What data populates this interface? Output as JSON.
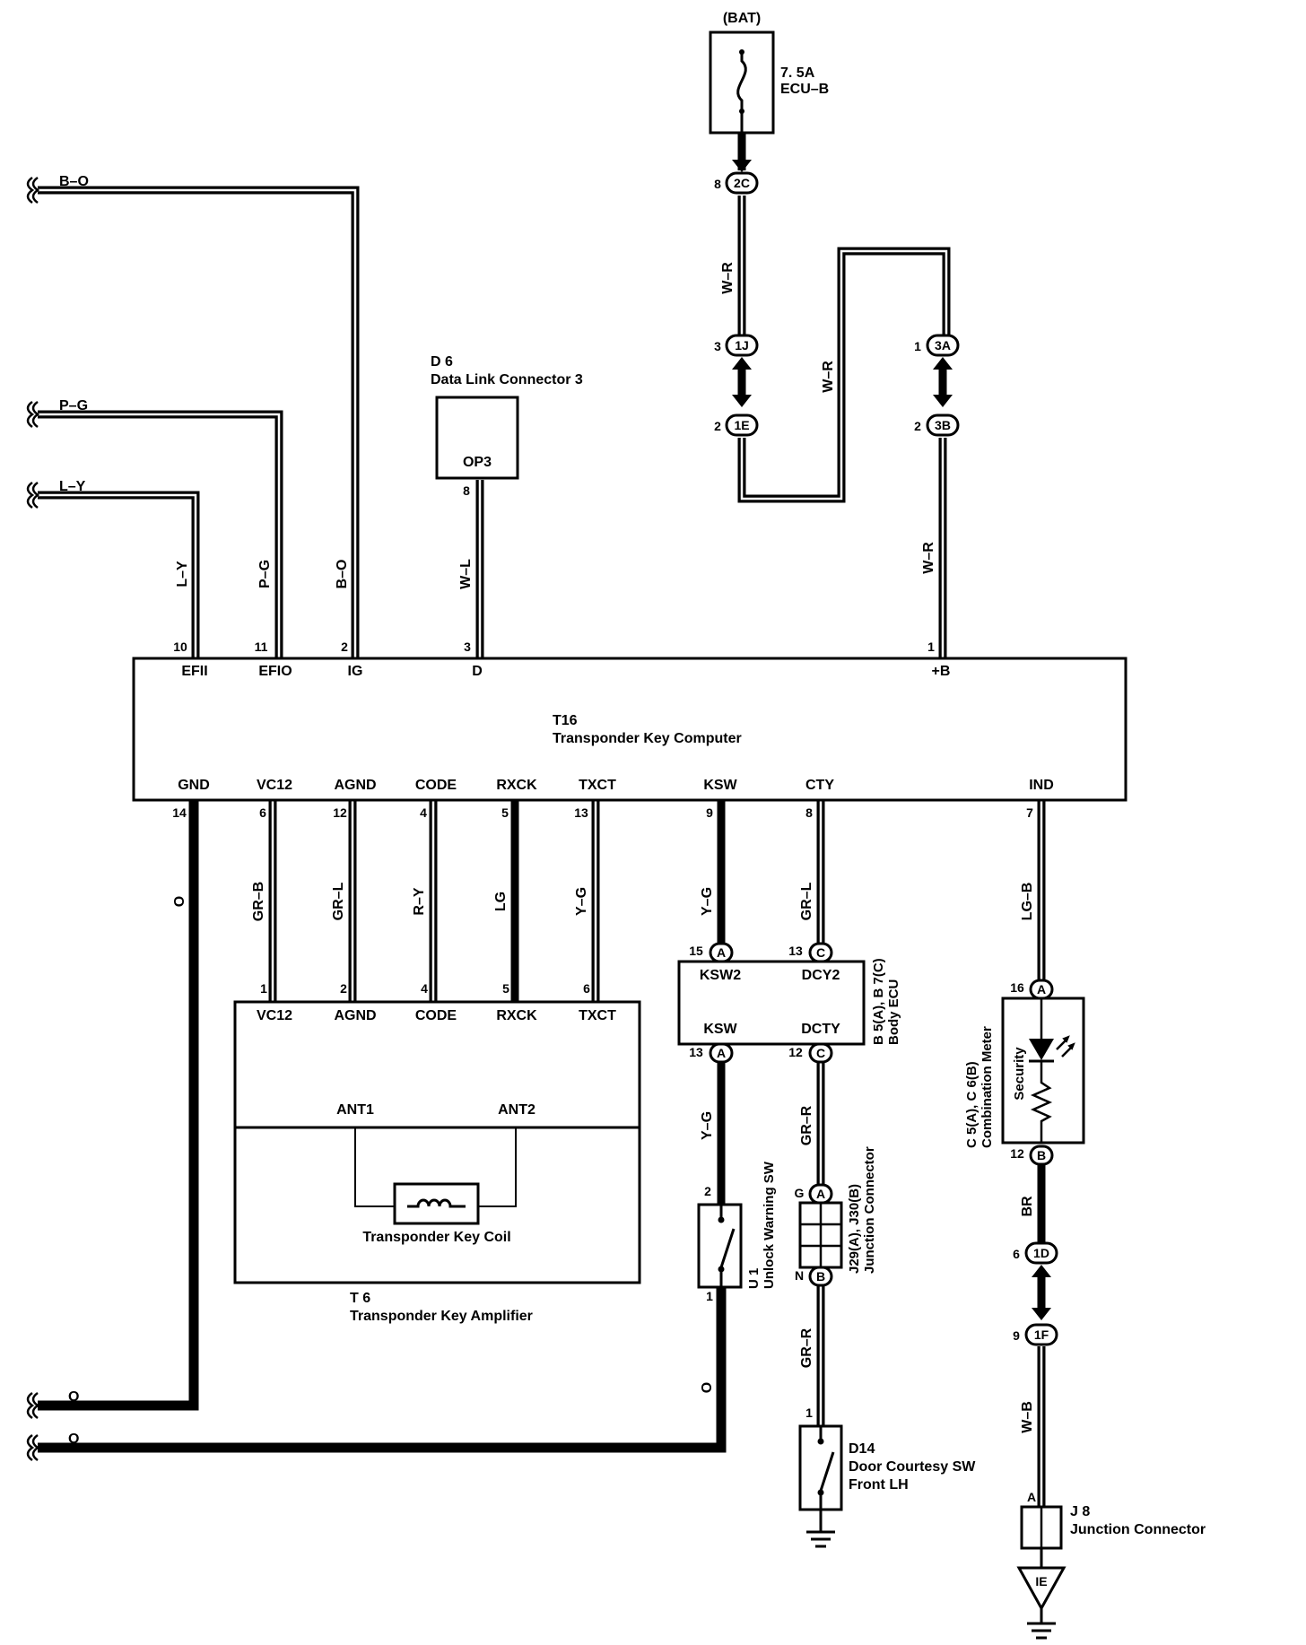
{
  "colors": {
    "ink": "#000000",
    "paper": "#ffffff"
  },
  "battery": {
    "label": "(BAT)",
    "fuse_amp": "7. 5A",
    "fuse_name": "ECU–B"
  },
  "wires": {
    "b_o": "B–O",
    "p_g": "P–G",
    "l_y": "L–Y",
    "w_l": "W–L",
    "w_r": "W–R",
    "o": "O",
    "gr_b": "GR–B",
    "gr_l": "GR–L",
    "r_y": "R–Y",
    "lg": "LG",
    "y_g": "Y–G",
    "lg_b": "LG–B",
    "gr_r": "GR–R",
    "br": "BR",
    "w_b": "W–B"
  },
  "connectors": {
    "c2C": "2C",
    "c1J": "1J",
    "c1E": "1E",
    "c3A": "3A",
    "c3B": "3B",
    "c1D": "1D",
    "c1F": "1F",
    "cA": "A",
    "cB": "B",
    "cC": "C"
  },
  "pins": {
    "p1": "1",
    "p2": "2",
    "p3": "3",
    "p4": "4",
    "p5": "5",
    "p6": "6",
    "p7": "7",
    "p8": "8",
    "p9": "9",
    "p10": "10",
    "p11": "11",
    "p12": "12",
    "p13": "13",
    "p14": "14",
    "p15": "15",
    "p16": "16",
    "pG": "G",
    "pN": "N",
    "pA": "A"
  },
  "d6": {
    "id": "D 6",
    "name": "Data Link Connector 3",
    "terminal": "OP3"
  },
  "t16": {
    "id": "T16",
    "name": "Transponder Key Computer",
    "top_terminals": {
      "efii": "EFII",
      "efio": "EFIO",
      "ig": "IG",
      "d": "D",
      "plus_b": "+B"
    },
    "bottom_terminals": {
      "gnd": "GND",
      "vc12": "VC12",
      "agnd": "AGND",
      "code": "CODE",
      "rxck": "RXCK",
      "txct": "TXCT",
      "ksw": "KSW",
      "cty": "CTY",
      "ind": "IND"
    }
  },
  "t6": {
    "id": "T 6",
    "name": "Transponder Key Amplifier",
    "terminals": {
      "vc12": "VC12",
      "agnd": "AGND",
      "code": "CODE",
      "rxck": "RXCK",
      "txct": "TXCT",
      "ant1": "ANT1",
      "ant2": "ANT2"
    },
    "coil": "Transponder Key Coil"
  },
  "body_ecu": {
    "id": "B 5(A), B 7(C)",
    "name": "Body ECU",
    "ksw2": "KSW2",
    "dcy2": "DCY2",
    "ksw": "KSW",
    "dcty": "DCTY"
  },
  "combination_meter": {
    "id": "C 5(A), C 6(B)",
    "name": "Combination Meter",
    "security": "Security"
  },
  "u1": {
    "id": "U 1",
    "name": "Unlock Warning SW"
  },
  "junction_j29": {
    "id": "J29(A), J30(B)",
    "name": "Junction Connector"
  },
  "d14": {
    "id": "D14",
    "line1": "Door Courtesy SW",
    "line2": "Front LH"
  },
  "j8": {
    "id": "J 8",
    "name": "Junction Connector",
    "ground": "IE"
  }
}
